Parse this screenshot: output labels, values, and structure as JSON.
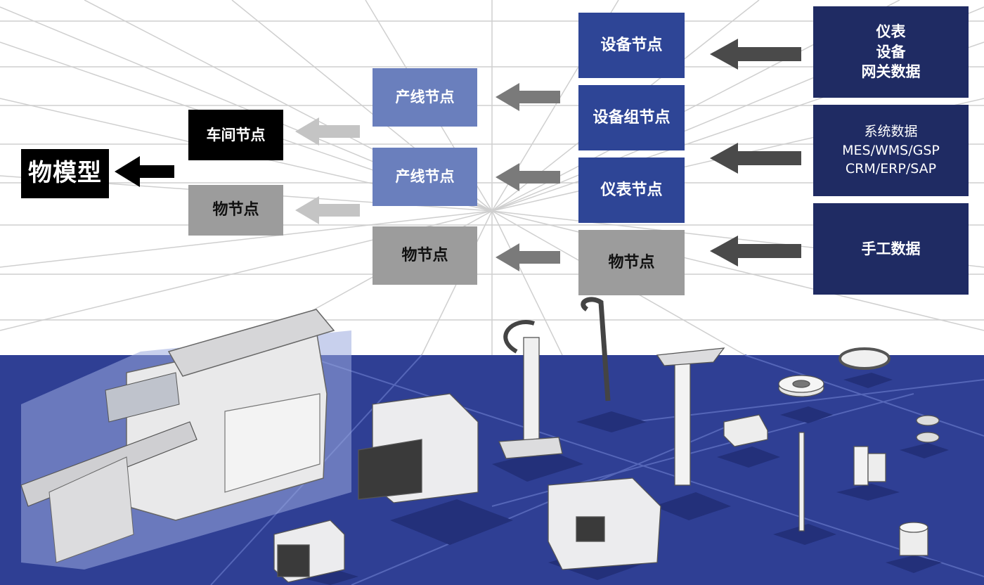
{
  "colors": {
    "floor": "#2f3f94",
    "source_box": "#1f2b63",
    "device_box": "#2e4596",
    "line_box": "#6a7fbd",
    "thing_box": "#9c9c9c",
    "workshop_box": "#000000",
    "arrow_dark": "#4a4a4a",
    "arrow_mid": "#777777",
    "arrow_light": "#bdbdbd"
  },
  "diagram": {
    "root": {
      "label": "物模型"
    },
    "level1": [
      {
        "label": "车间节点",
        "style": "black"
      },
      {
        "label": "物节点",
        "style": "gray"
      }
    ],
    "level2": [
      {
        "label": "产线节点",
        "style": "light-blue"
      },
      {
        "label": "产线节点",
        "style": "light-blue"
      },
      {
        "label": "物节点",
        "style": "gray"
      }
    ],
    "level3": [
      {
        "label": "设备节点",
        "style": "mid-blue"
      },
      {
        "label": "设备组节点",
        "style": "mid-blue"
      },
      {
        "label": "仪表节点",
        "style": "mid-blue"
      },
      {
        "label": "物节点",
        "style": "gray"
      }
    ],
    "sources": [
      {
        "label": "仪表\n设备\n网关数据"
      },
      {
        "label": "系统数据\nMES/WMS/GSP\nCRM/ERP/SAP"
      },
      {
        "label": "手工数据"
      }
    ]
  },
  "scene": {
    "illustration": "industrial-equipment-3d-render"
  }
}
